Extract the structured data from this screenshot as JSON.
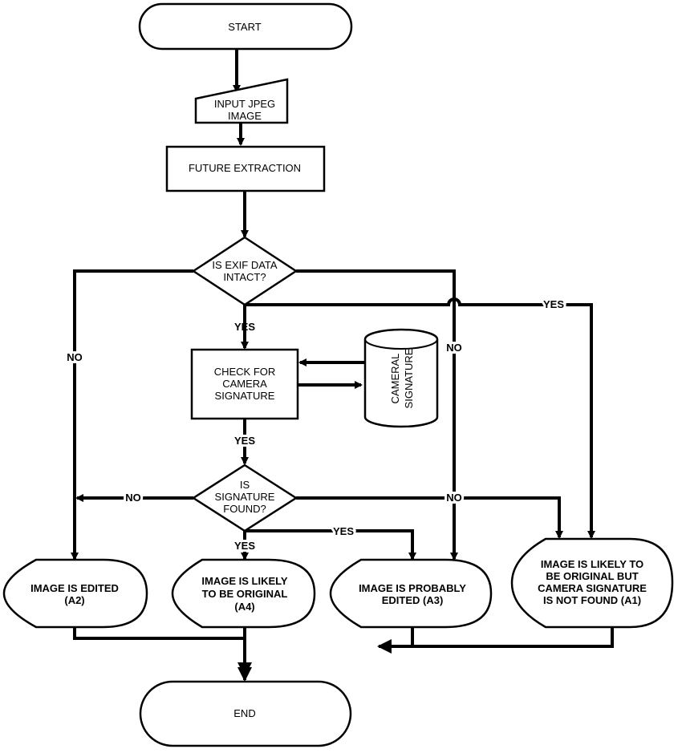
{
  "nodes": {
    "start": "START",
    "input_line1": "INPUT JPEG",
    "input_line2": "IMAGE",
    "extract": "FUTURE EXTRACTION",
    "exif_line1": "IS EXIF DATA",
    "exif_line2": "INTACT?",
    "check_line1": "CHECK FOR",
    "check_line2": "CAMERA",
    "check_line3": "SIGNATURE",
    "db_line1": "CAMERAL",
    "db_line2": "SIGNATURE",
    "sig_line1": "IS",
    "sig_line2": "SIGNATURE",
    "sig_line3": "FOUND?",
    "a2_line1": "IMAGE IS EDITED",
    "a2_line2": "(A2)",
    "a4_line1": "IMAGE IS LIKELY",
    "a4_line2": "TO BE ORIGINAL",
    "a4_line3": "(A4)",
    "a3_line1": "IMAGE IS PROBABLY",
    "a3_line2": "EDITED (A3)",
    "a1_line1": "IMAGE IS LIKELY TO",
    "a1_line2": "BE ORIGINAL  BUT",
    "a1_line3": "CAMERA SIGNATURE",
    "a1_line4": "IS NOT FOUND (A1)",
    "end": "END"
  },
  "edge_labels": {
    "exif_yes_down": "YES",
    "exif_yes_right": "YES",
    "exif_no_left": "NO",
    "exif_no_right": "NO",
    "check_yes": "YES",
    "sig_no_left": "NO",
    "sig_no_right": "NO",
    "sig_yes_mid": "YES",
    "sig_yes_down": "YES"
  }
}
